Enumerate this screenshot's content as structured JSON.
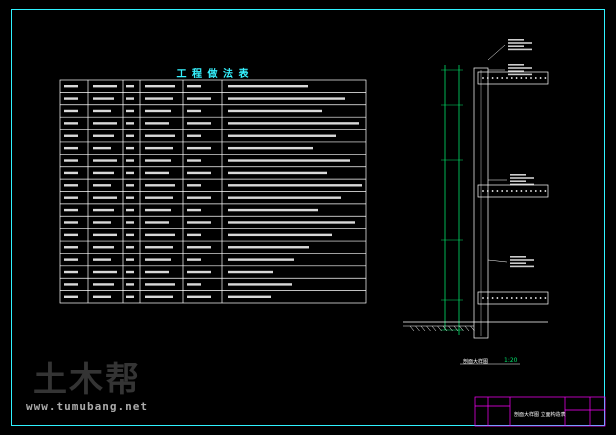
{
  "sheet": {
    "title": "工 程 做 法 表",
    "section_scale_label": "剖面大样图",
    "section_scale_value": "1:20",
    "title_block_name": "剖面大样图 立面构造表"
  },
  "watermark": {
    "brand_cn": "土木帮",
    "url": "www.tumubang.net"
  },
  "colors": {
    "background": "#000000",
    "frame": "#2ff2ff",
    "title": "#36f2ff",
    "table_lines": "#ffffff",
    "annotation_text": "#ffffff",
    "green_lines": "#00e36b",
    "title_block_accent": "#ff00ff"
  }
}
